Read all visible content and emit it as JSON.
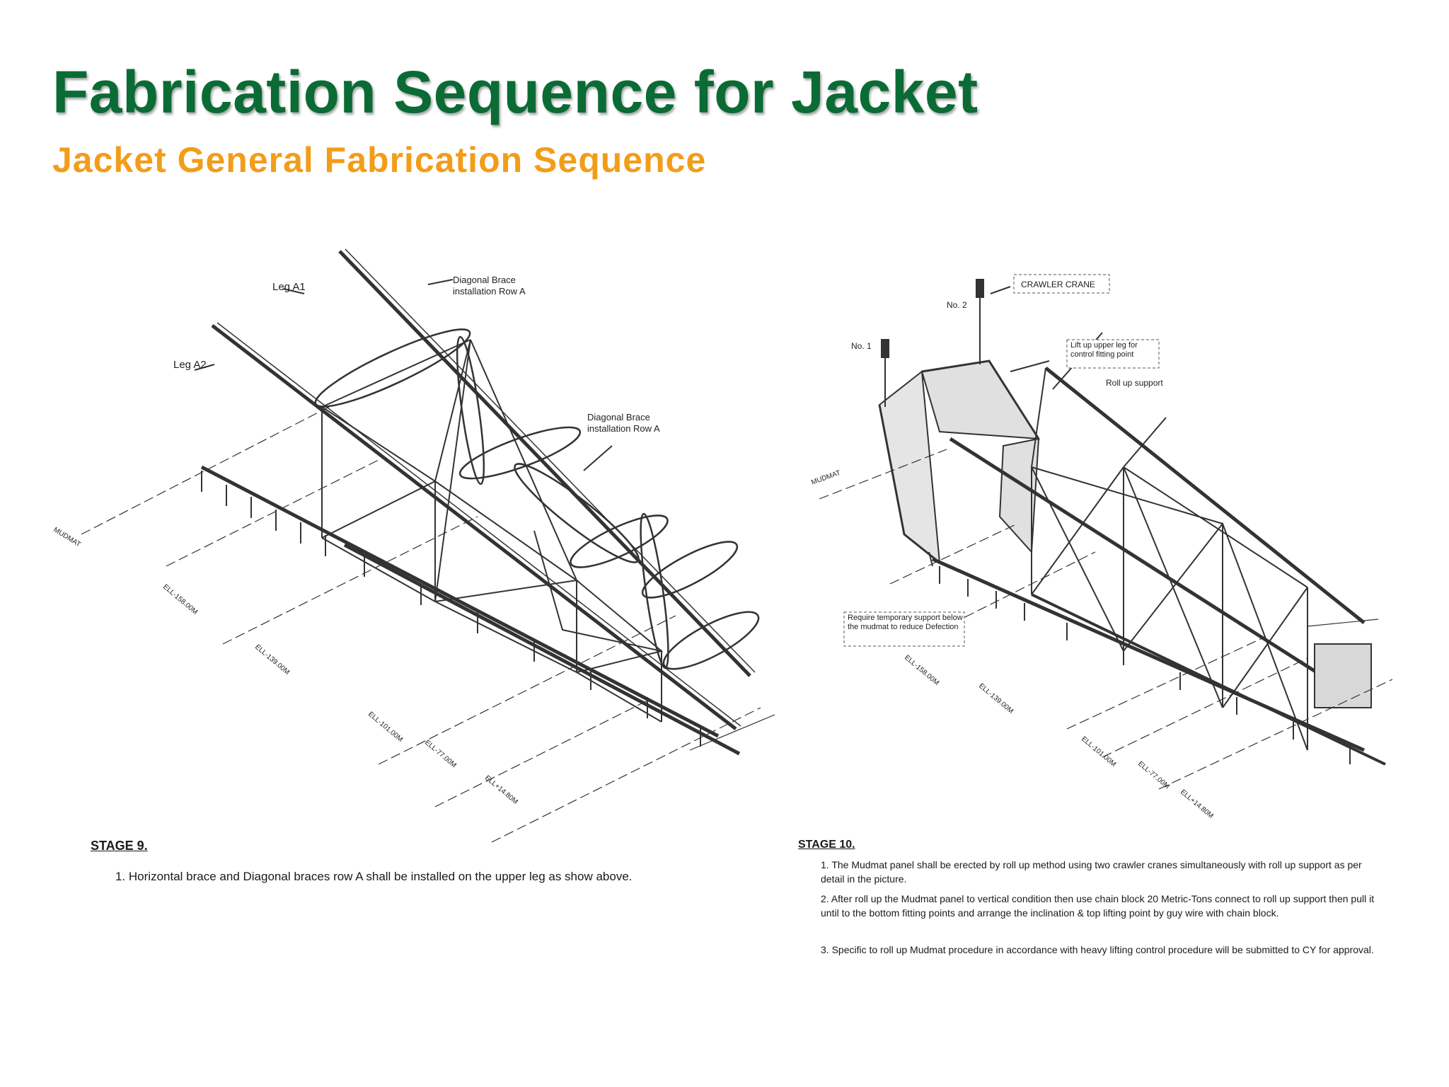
{
  "slide": {
    "title": "Fabrication Sequence for Jacket",
    "subtitle": "Jacket General Fabrication Sequence"
  },
  "stage9": {
    "title": "STAGE 9.",
    "labels": {
      "leg_a1": "Leg A1",
      "leg_a2": "Leg A2",
      "diag_brace_top": "Diagonal Brace installation Row A",
      "diag_brace_mid": "Diagonal Brace installation Row A",
      "mudmat": "MUDMAT"
    },
    "elevations": [
      "ELL-158.00M",
      "ELL-139.00M",
      "ELL-101.00M",
      "ELL-77.00M",
      "ELL+14.80M"
    ],
    "notes": [
      "1. Horizontal brace and Diagonal braces row A shall be installed on the upper leg as show above."
    ]
  },
  "stage10": {
    "title": "STAGE 10.",
    "labels": {
      "crawler_crane": "CRAWLER CRANE",
      "no1": "No. 1",
      "no2": "No. 2",
      "lift_upper_leg": "Lift up upper leg for control fitting point",
      "roll_up_support": "Roll up support",
      "temp_support": "Require temporary support below the mudmat to reduce Defection",
      "mudmat": "MUDMAT"
    },
    "elevations": [
      "ELL-158.00M",
      "ELL-139.00M",
      "ELL-101.00M",
      "ELL-77.00M",
      "ELL+14.80M"
    ],
    "notes": [
      "1. The Mudmat panel shall be erected by roll up method using two crawler cranes simultaneously with roll up support as per detail in the picture.",
      "2. After roll up the Mudmat panel to vertical condition then use chain block 20 Metric-Tons connect to roll up support then pull it until to the bottom fitting points and arrange the inclination & top lifting point by guy wire with chain block.",
      "3. Specific to roll up Mudmat procedure in accordance with heavy lifting control procedure will be submitted to CY for approval."
    ]
  }
}
